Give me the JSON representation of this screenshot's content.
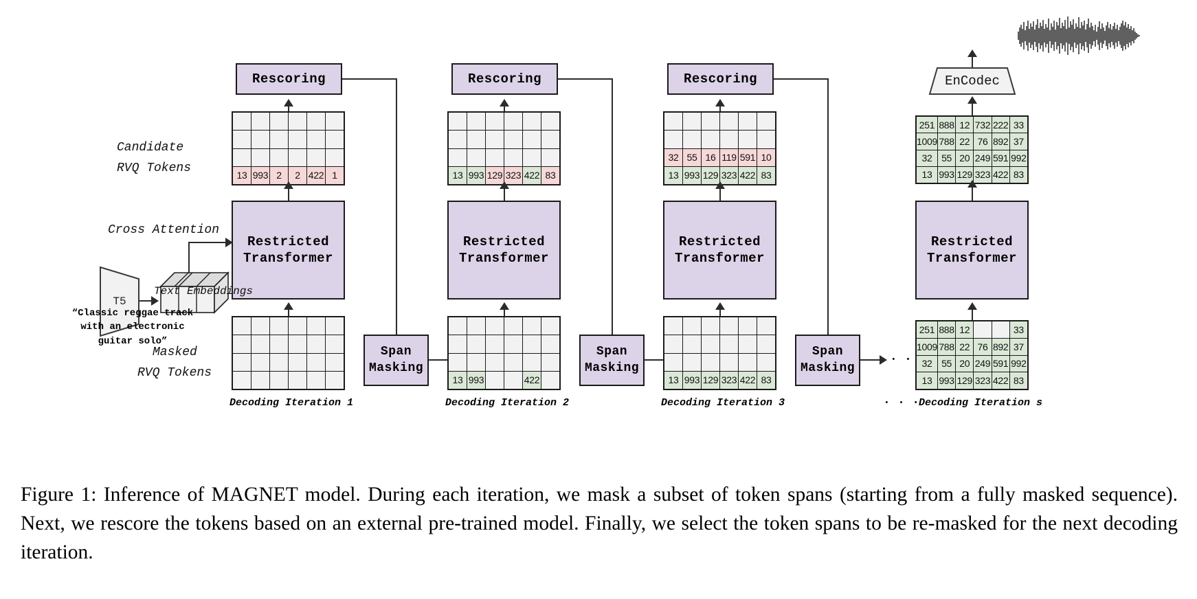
{
  "figure": {
    "caption_prefix": "Figure 1:",
    "caption_part1": " Inference of M",
    "caption_smallcaps1": "AGN",
    "caption_part2": "E",
    "caption_smallcaps2": "T",
    "caption_rest": " model. During each iteration, we mask a subset of token spans (starting from a fully masked sequence). Next, we rescore the tokens based on an external pre-trained model. Finally, we select the token spans to be re-masked for the next decoding iteration.",
    "caption_full": "Figure 1: Inference of MAGNET model. During each iteration, we mask a subset of token spans (starting from a fully masked sequence). Next, we rescore the tokens based on an external pre-trained model. Finally, we select the token spans to be re-masked for the next decoding iteration."
  },
  "labels": {
    "candidate": "Candidate",
    "candidate_line2": "RVQ Tokens",
    "masked": "Masked",
    "masked_line2": "RVQ Tokens",
    "cross_attention": "Cross Attention",
    "text_embeddings": "Text Embeddings",
    "t5": "T5",
    "encodec": "EnCodec",
    "prompt": "“Classic reggae track\nwith an electronic\nguitar solo”",
    "ellipsis": "· · ·"
  },
  "boxes": {
    "rescoring": "Rescoring",
    "restricted_transformer_line1": "Restricted",
    "restricted_transformer_line2": "Transformer",
    "span_line1": "Span",
    "span_line2": "Masking"
  },
  "iterations": [
    {
      "caption": "Decoding Iteration 1",
      "candidate_grid": {
        "rows": 4,
        "cols": 6,
        "cells": [
          [
            {
              "v": "",
              "s": "empty"
            },
            {
              "v": "",
              "s": "empty"
            },
            {
              "v": "",
              "s": "empty"
            },
            {
              "v": "",
              "s": "empty"
            },
            {
              "v": "",
              "s": "empty"
            },
            {
              "v": "",
              "s": "empty"
            }
          ],
          [
            {
              "v": "",
              "s": "empty"
            },
            {
              "v": "",
              "s": "empty"
            },
            {
              "v": "",
              "s": "empty"
            },
            {
              "v": "",
              "s": "empty"
            },
            {
              "v": "",
              "s": "empty"
            },
            {
              "v": "",
              "s": "empty"
            }
          ],
          [
            {
              "v": "",
              "s": "empty"
            },
            {
              "v": "",
              "s": "empty"
            },
            {
              "v": "",
              "s": "empty"
            },
            {
              "v": "",
              "s": "empty"
            },
            {
              "v": "",
              "s": "empty"
            },
            {
              "v": "",
              "s": "empty"
            }
          ],
          [
            {
              "v": "13",
              "s": "pink"
            },
            {
              "v": "993",
              "s": "pink"
            },
            {
              "v": "2",
              "s": "pink"
            },
            {
              "v": "2",
              "s": "pink"
            },
            {
              "v": "422",
              "s": "pink"
            },
            {
              "v": "1",
              "s": "pink"
            }
          ]
        ]
      },
      "masked_grid": {
        "rows": 4,
        "cols": 6,
        "cells": [
          [
            {
              "v": "",
              "s": "empty"
            },
            {
              "v": "",
              "s": "empty"
            },
            {
              "v": "",
              "s": "empty"
            },
            {
              "v": "",
              "s": "empty"
            },
            {
              "v": "",
              "s": "empty"
            },
            {
              "v": "",
              "s": "empty"
            }
          ],
          [
            {
              "v": "",
              "s": "empty"
            },
            {
              "v": "",
              "s": "empty"
            },
            {
              "v": "",
              "s": "empty"
            },
            {
              "v": "",
              "s": "empty"
            },
            {
              "v": "",
              "s": "empty"
            },
            {
              "v": "",
              "s": "empty"
            }
          ],
          [
            {
              "v": "",
              "s": "empty"
            },
            {
              "v": "",
              "s": "empty"
            },
            {
              "v": "",
              "s": "empty"
            },
            {
              "v": "",
              "s": "empty"
            },
            {
              "v": "",
              "s": "empty"
            },
            {
              "v": "",
              "s": "empty"
            }
          ],
          [
            {
              "v": "",
              "s": "empty"
            },
            {
              "v": "",
              "s": "empty"
            },
            {
              "v": "",
              "s": "empty"
            },
            {
              "v": "",
              "s": "empty"
            },
            {
              "v": "",
              "s": "empty"
            },
            {
              "v": "",
              "s": "empty"
            }
          ]
        ]
      }
    },
    {
      "caption": "Decoding Iteration 2",
      "candidate_grid": {
        "rows": 4,
        "cols": 6,
        "cells": [
          [
            {
              "v": "",
              "s": "empty"
            },
            {
              "v": "",
              "s": "empty"
            },
            {
              "v": "",
              "s": "empty"
            },
            {
              "v": "",
              "s": "empty"
            },
            {
              "v": "",
              "s": "empty"
            },
            {
              "v": "",
              "s": "empty"
            }
          ],
          [
            {
              "v": "",
              "s": "empty"
            },
            {
              "v": "",
              "s": "empty"
            },
            {
              "v": "",
              "s": "empty"
            },
            {
              "v": "",
              "s": "empty"
            },
            {
              "v": "",
              "s": "empty"
            },
            {
              "v": "",
              "s": "empty"
            }
          ],
          [
            {
              "v": "",
              "s": "empty"
            },
            {
              "v": "",
              "s": "empty"
            },
            {
              "v": "",
              "s": "empty"
            },
            {
              "v": "",
              "s": "empty"
            },
            {
              "v": "",
              "s": "empty"
            },
            {
              "v": "",
              "s": "empty"
            }
          ],
          [
            {
              "v": "13",
              "s": "green"
            },
            {
              "v": "993",
              "s": "green"
            },
            {
              "v": "129",
              "s": "pink"
            },
            {
              "v": "323",
              "s": "pink"
            },
            {
              "v": "422",
              "s": "green"
            },
            {
              "v": "83",
              "s": "pink"
            }
          ]
        ]
      },
      "masked_grid": {
        "rows": 4,
        "cols": 6,
        "cells": [
          [
            {
              "v": "",
              "s": "empty"
            },
            {
              "v": "",
              "s": "empty"
            },
            {
              "v": "",
              "s": "empty"
            },
            {
              "v": "",
              "s": "empty"
            },
            {
              "v": "",
              "s": "empty"
            },
            {
              "v": "",
              "s": "empty"
            }
          ],
          [
            {
              "v": "",
              "s": "empty"
            },
            {
              "v": "",
              "s": "empty"
            },
            {
              "v": "",
              "s": "empty"
            },
            {
              "v": "",
              "s": "empty"
            },
            {
              "v": "",
              "s": "empty"
            },
            {
              "v": "",
              "s": "empty"
            }
          ],
          [
            {
              "v": "",
              "s": "empty"
            },
            {
              "v": "",
              "s": "empty"
            },
            {
              "v": "",
              "s": "empty"
            },
            {
              "v": "",
              "s": "empty"
            },
            {
              "v": "",
              "s": "empty"
            },
            {
              "v": "",
              "s": "empty"
            }
          ],
          [
            {
              "v": "13",
              "s": "green"
            },
            {
              "v": "993",
              "s": "green"
            },
            {
              "v": "",
              "s": "empty"
            },
            {
              "v": "",
              "s": "empty"
            },
            {
              "v": "422",
              "s": "green"
            },
            {
              "v": "",
              "s": "empty"
            }
          ]
        ]
      }
    },
    {
      "caption": "Decoding Iteration 3",
      "candidate_grid": {
        "rows": 4,
        "cols": 6,
        "cells": [
          [
            {
              "v": "",
              "s": "empty"
            },
            {
              "v": "",
              "s": "empty"
            },
            {
              "v": "",
              "s": "empty"
            },
            {
              "v": "",
              "s": "empty"
            },
            {
              "v": "",
              "s": "empty"
            },
            {
              "v": "",
              "s": "empty"
            }
          ],
          [
            {
              "v": "",
              "s": "empty"
            },
            {
              "v": "",
              "s": "empty"
            },
            {
              "v": "",
              "s": "empty"
            },
            {
              "v": "",
              "s": "empty"
            },
            {
              "v": "",
              "s": "empty"
            },
            {
              "v": "",
              "s": "empty"
            }
          ],
          [
            {
              "v": "32",
              "s": "pink"
            },
            {
              "v": "55",
              "s": "pink"
            },
            {
              "v": "16",
              "s": "pink"
            },
            {
              "v": "119",
              "s": "pink"
            },
            {
              "v": "591",
              "s": "pink"
            },
            {
              "v": "10",
              "s": "pink"
            }
          ],
          [
            {
              "v": "13",
              "s": "green"
            },
            {
              "v": "993",
              "s": "green"
            },
            {
              "v": "129",
              "s": "green"
            },
            {
              "v": "323",
              "s": "green"
            },
            {
              "v": "422",
              "s": "green"
            },
            {
              "v": "83",
              "s": "green"
            }
          ]
        ]
      },
      "masked_grid": {
        "rows": 4,
        "cols": 6,
        "cells": [
          [
            {
              "v": "",
              "s": "empty"
            },
            {
              "v": "",
              "s": "empty"
            },
            {
              "v": "",
              "s": "empty"
            },
            {
              "v": "",
              "s": "empty"
            },
            {
              "v": "",
              "s": "empty"
            },
            {
              "v": "",
              "s": "empty"
            }
          ],
          [
            {
              "v": "",
              "s": "empty"
            },
            {
              "v": "",
              "s": "empty"
            },
            {
              "v": "",
              "s": "empty"
            },
            {
              "v": "",
              "s": "empty"
            },
            {
              "v": "",
              "s": "empty"
            },
            {
              "v": "",
              "s": "empty"
            }
          ],
          [
            {
              "v": "",
              "s": "empty"
            },
            {
              "v": "",
              "s": "empty"
            },
            {
              "v": "",
              "s": "empty"
            },
            {
              "v": "",
              "s": "empty"
            },
            {
              "v": "",
              "s": "empty"
            },
            {
              "v": "",
              "s": "empty"
            }
          ],
          [
            {
              "v": "13",
              "s": "green"
            },
            {
              "v": "993",
              "s": "green"
            },
            {
              "v": "129",
              "s": "green"
            },
            {
              "v": "323",
              "s": "green"
            },
            {
              "v": "422",
              "s": "green"
            },
            {
              "v": "83",
              "s": "green"
            }
          ]
        ]
      }
    },
    {
      "caption": "Decoding Iteration s",
      "candidate_grid": {
        "rows": 4,
        "cols": 6,
        "cells": [
          [
            {
              "v": "251",
              "s": "green"
            },
            {
              "v": "888",
              "s": "green"
            },
            {
              "v": "12",
              "s": "green"
            },
            {
              "v": "732",
              "s": "green"
            },
            {
              "v": "222",
              "s": "green"
            },
            {
              "v": "33",
              "s": "green"
            }
          ],
          [
            {
              "v": "1009",
              "s": "green"
            },
            {
              "v": "788",
              "s": "green"
            },
            {
              "v": "22",
              "s": "green"
            },
            {
              "v": "76",
              "s": "green"
            },
            {
              "v": "892",
              "s": "green"
            },
            {
              "v": "37",
              "s": "green"
            }
          ],
          [
            {
              "v": "32",
              "s": "green"
            },
            {
              "v": "55",
              "s": "green"
            },
            {
              "v": "20",
              "s": "green"
            },
            {
              "v": "249",
              "s": "green"
            },
            {
              "v": "591",
              "s": "green"
            },
            {
              "v": "992",
              "s": "green"
            }
          ],
          [
            {
              "v": "13",
              "s": "green"
            },
            {
              "v": "993",
              "s": "green"
            },
            {
              "v": "129",
              "s": "green"
            },
            {
              "v": "323",
              "s": "green"
            },
            {
              "v": "422",
              "s": "green"
            },
            {
              "v": "83",
              "s": "green"
            }
          ]
        ]
      },
      "masked_grid": {
        "rows": 4,
        "cols": 6,
        "cells": [
          [
            {
              "v": "251",
              "s": "green"
            },
            {
              "v": "888",
              "s": "green"
            },
            {
              "v": "12",
              "s": "green"
            },
            {
              "v": "",
              "s": "empty"
            },
            {
              "v": "",
              "s": "empty"
            },
            {
              "v": "33",
              "s": "green"
            }
          ],
          [
            {
              "v": "1009",
              "s": "green"
            },
            {
              "v": "788",
              "s": "green"
            },
            {
              "v": "22",
              "s": "green"
            },
            {
              "v": "76",
              "s": "green"
            },
            {
              "v": "892",
              "s": "green"
            },
            {
              "v": "37",
              "s": "green"
            }
          ],
          [
            {
              "v": "32",
              "s": "green"
            },
            {
              "v": "55",
              "s": "green"
            },
            {
              "v": "20",
              "s": "green"
            },
            {
              "v": "249",
              "s": "green"
            },
            {
              "v": "591",
              "s": "green"
            },
            {
              "v": "992",
              "s": "green"
            }
          ],
          [
            {
              "v": "13",
              "s": "green"
            },
            {
              "v": "993",
              "s": "green"
            },
            {
              "v": "129",
              "s": "green"
            },
            {
              "v": "323",
              "s": "green"
            },
            {
              "v": "422",
              "s": "green"
            },
            {
              "v": "83",
              "s": "green"
            }
          ]
        ]
      }
    }
  ],
  "colors": {
    "purple_box": "#ddd3e8",
    "green_token": "#dbe8d7",
    "pink_token": "#f6d8d8",
    "empty_cell": "#f2f2f2",
    "stroke": "#1a1a1a"
  }
}
